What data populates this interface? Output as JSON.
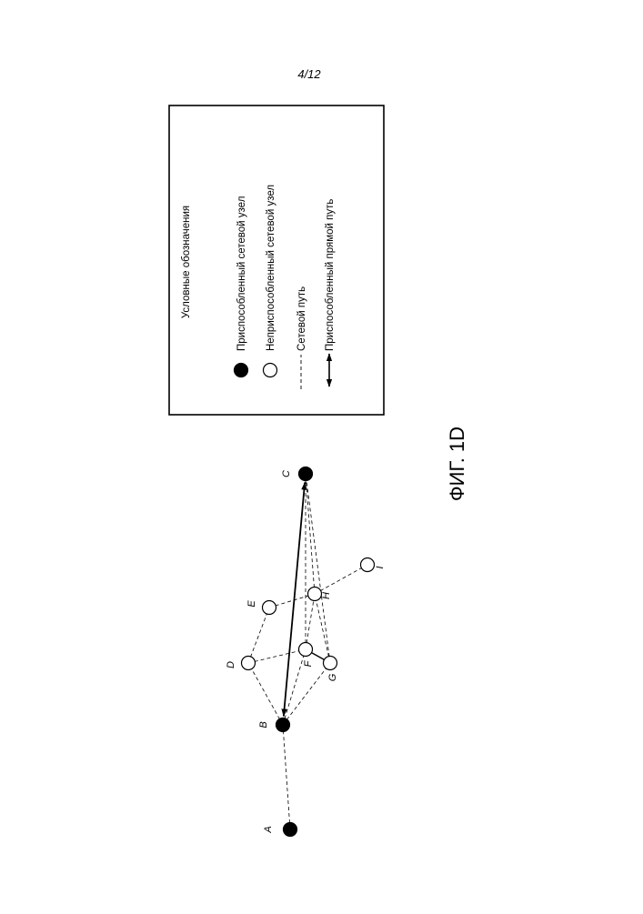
{
  "page_number": "4/12",
  "figure_label": "ФИГ. 1D",
  "legend": {
    "title": "Условные обозначения",
    "items": [
      {
        "label": "Приспособленный сетевой узел",
        "symbol": "filled-circle"
      },
      {
        "label": "Неприспособленный сетевой узел",
        "symbol": "hollow-circle"
      },
      {
        "label": "Сетевой путь",
        "symbol": "dashed-line"
      },
      {
        "label": "Приспособленный прямой путь",
        "symbol": "double-arrow"
      }
    ]
  },
  "nodes": [
    {
      "id": "A",
      "label": "A",
      "type": "adapted"
    },
    {
      "id": "B",
      "label": "B",
      "type": "adapted"
    },
    {
      "id": "C",
      "label": "C",
      "type": "adapted"
    },
    {
      "id": "D",
      "label": "D",
      "type": "non-adapted"
    },
    {
      "id": "E",
      "label": "E",
      "type": "non-adapted"
    },
    {
      "id": "F",
      "label": "F",
      "type": "non-adapted"
    },
    {
      "id": "G",
      "label": "G",
      "type": "non-adapted"
    },
    {
      "id": "H",
      "label": "H",
      "type": "non-adapted"
    },
    {
      "id": "I",
      "label": "I",
      "type": "non-adapted"
    }
  ],
  "network_paths": [
    [
      "A",
      "B"
    ],
    [
      "B",
      "D"
    ],
    [
      "B",
      "F"
    ],
    [
      "B",
      "G"
    ],
    [
      "D",
      "E"
    ],
    [
      "D",
      "F"
    ],
    [
      "E",
      "H"
    ],
    [
      "F",
      "H"
    ],
    [
      "G",
      "H"
    ],
    [
      "H",
      "I"
    ],
    [
      "H",
      "C"
    ],
    [
      "F",
      "C"
    ],
    [
      "G",
      "C"
    ]
  ],
  "solid_links": [
    [
      "F",
      "G"
    ]
  ],
  "adapted_direct_paths": [
    [
      "B",
      "C"
    ]
  ],
  "colors": {
    "ink": "#000000",
    "paper": "#ffffff"
  }
}
